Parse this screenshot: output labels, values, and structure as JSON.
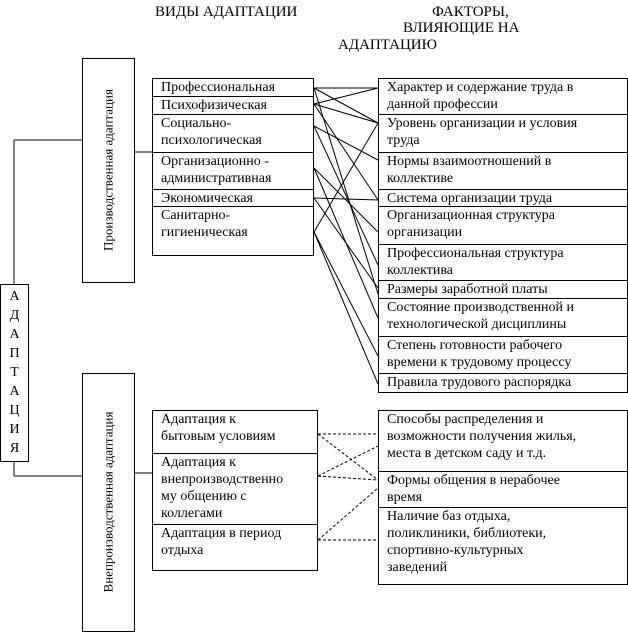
{
  "headers": {
    "types": "ВИДЫ АДАПТАЦИИ",
    "factors_line1": "ФАКТОРЫ,",
    "factors_line2": "ВЛИЯЮЩИЕ НА",
    "factors_line3": "АДАПТАЦИЮ"
  },
  "root": {
    "letters": [
      "А",
      "Д",
      "А",
      "П",
      "Т",
      "А",
      "Ц",
      "И",
      "Я"
    ]
  },
  "groups": {
    "production": "Производственная адаптация",
    "nonproduction": "Внепроизводственная адаптация"
  },
  "production_types": [
    [
      "Профессиональная"
    ],
    [
      "Психофизическая"
    ],
    [
      "Социально-",
      "психологическая"
    ],
    [
      "Организационно -",
      "административная"
    ],
    [
      "Экономическая"
    ],
    [
      "Санитарно-",
      "гигиеническая"
    ]
  ],
  "production_factors": [
    [
      "Характер и содержание труда в",
      "данной профессии"
    ],
    [
      "Уровень организации и условия",
      "труда"
    ],
    [
      "Нормы взаимоотношений в",
      "коллективе"
    ],
    [
      "Система организации труда"
    ],
    [
      "Организационная структура",
      "организации"
    ],
    [
      "Профессиональная структура",
      "коллектива"
    ],
    [
      "Размеры заработной платы"
    ],
    [
      "Состояние производственной и",
      "технологической дисциплины"
    ],
    [
      "Степень готовности рабочего",
      "времени к трудовому процессу"
    ],
    [
      "Правила трудового распорядка"
    ]
  ],
  "nonproduction_types": [
    [
      "Адаптация к",
      "бытовым условиям"
    ],
    [
      "Адаптация к",
      "внепроизводственно",
      "му общению с",
      "коллегами"
    ],
    [
      "Адаптация в период",
      "отдыха"
    ]
  ],
  "nonproduction_factors": [
    [
      "Способы распределения и",
      "возможности получения жилья,",
      "места в детском саду и т.д."
    ],
    [
      "Формы общения в нерабочее",
      "время"
    ],
    [
      "Наличие баз отдыха,",
      "поликлиники, библиотеки,",
      "спортивно-культурных",
      "заведений"
    ]
  ]
}
